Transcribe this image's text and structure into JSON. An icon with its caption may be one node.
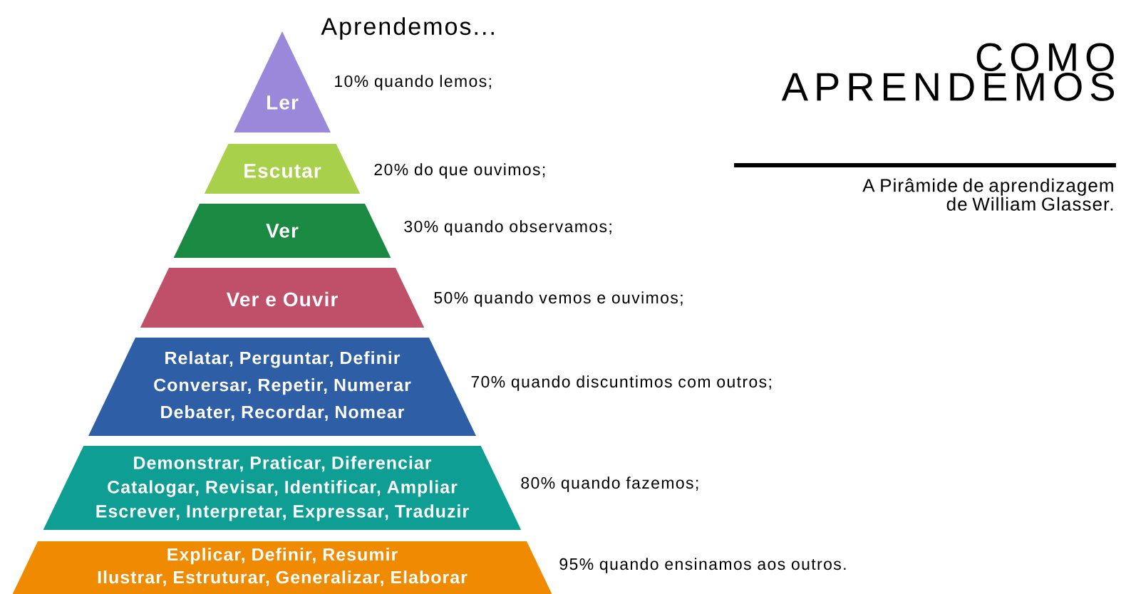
{
  "diagram": {
    "title": "COMO APRENDEMOS",
    "caption": "A Pirâmide de aprendizagem de William Glasser.",
    "nodes": [
      {
        "text": [
          "Ler"
        ],
        "beside": [
          "10% quando lemos;"
        ]
      },
      {
        "text": [
          "Escutar"
        ],
        "beside": [
          "20% do que ouvimos;"
        ]
      },
      {
        "text": [
          "Ver"
        ],
        "beside": [
          "30% quando observamos;"
        ]
      },
      {
        "text": [
          "Ver e Ouvir"
        ],
        "beside": [
          "50% quando vemos e ouvimos;"
        ]
      },
      {
        "text": [
          "Relatar, Perguntar, Definir Conversar, Repetir, Numerar Debater, Recordar, Nomear"
        ],
        "beside": [
          "70% quando discuntimos com outros;"
        ]
      },
      {
        "text": [
          "Demonstrar, Praticar, Diferenciar Catalogar, Revisar, Identificar, Ampliar Escrever, Interpretar, Expressar, Traduzir"
        ],
        "beside": [
          "80% quando fazemos;"
        ]
      },
      {
        "text": [
          "Explicar, Definir, Resumir Ilustrar, Estruturar, Generalizar, Elaborar"
        ],
        "beside": [
          "95% quando ensinamos aos outros."
        ]
      }
    ],
    "labels": [
      "Aprendemos..."
    ]
  }
}
